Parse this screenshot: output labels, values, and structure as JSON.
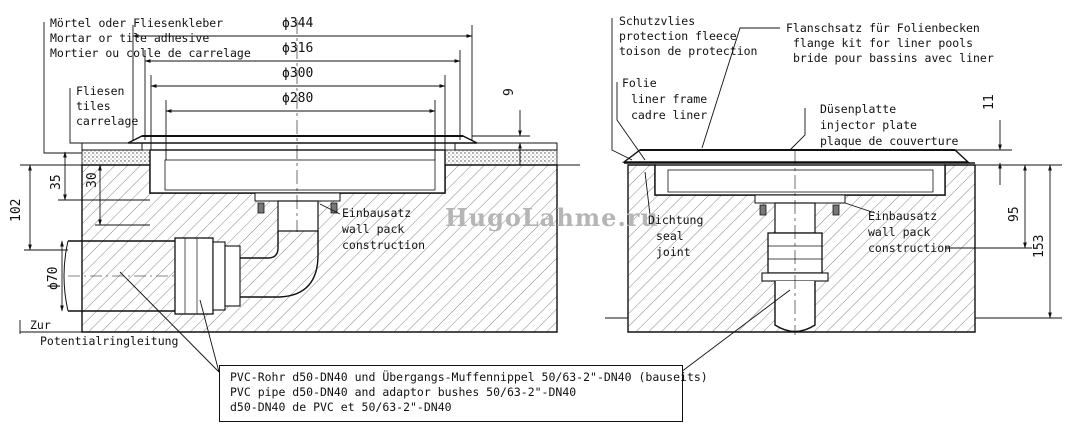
{
  "watermark": "HugoLahme.ru",
  "labels": {
    "mortar": [
      "Mörtel oder Fliesenkleber",
      "Mortar or tile adhesive",
      "Mortier ou colle de carrelage"
    ],
    "tiles": [
      "Fliesen",
      "tiles",
      "carrelage"
    ],
    "wall_pack_left": [
      "Einbausatz",
      "wall pack",
      "construction"
    ],
    "potential": [
      "Zur",
      "Potentialringleitung"
    ],
    "fleece": [
      "Schutzvlies",
      "protection fleece",
      "toison de protection"
    ],
    "flange": [
      "Flanschsatz für Folienbecken",
      "flange kit for liner pools",
      "bride pour bassins avec liner"
    ],
    "liner": [
      "Folie",
      "liner frame",
      "cadre liner"
    ],
    "injector": [
      "Düsenplatte",
      "injector plate",
      "plaque de couverture"
    ],
    "seal": [
      "Dichtung",
      "seal",
      "joint"
    ],
    "wall_pack_right": [
      "Einbausatz",
      "wall pack",
      "construction"
    ],
    "pvc": [
      "PVC-Rohr d50-DN40 und Übergangs-Muffennippel 50/63-2\"-DN40 (bauseits)",
      "PVC pipe d50-DN40 and adaptor bushes 50/63-2\"-DN40",
      "d50-DN40 de PVC et 50/63-2\"-DN40"
    ]
  },
  "dimensions": {
    "d344": "ϕ344",
    "d316": "ϕ316",
    "d300": "ϕ300",
    "d280": "ϕ280",
    "h9": "9",
    "h35": "35",
    "h30": "30",
    "h102": "102",
    "d70": "ϕ70",
    "h11": "11",
    "h95": "95",
    "h153": "153"
  }
}
